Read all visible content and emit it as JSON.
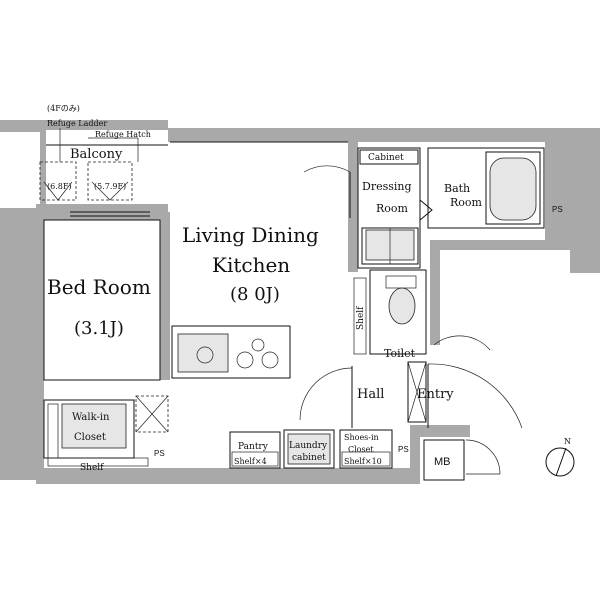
{
  "labels": {
    "fourth_floor_note": "(4Fのみ)",
    "refuge_ladder": "Refuge Ladder",
    "refuge_hatch": "Refuge Hatch",
    "balcony": "Balcony",
    "floor_68": "(6.8F)",
    "floor_579": "(5.7.9F)",
    "living_line1": "Living Dining",
    "living_line2": "Kitchen",
    "living_size": "(8 0J)",
    "bed_room": "Bed Room",
    "bed_size": "(3.1J)",
    "cabinet": "Cabinet",
    "dressing_line1": "Dressing",
    "dressing_line2": "Room",
    "bath_line1": "Bath",
    "bath_line2": "Room",
    "ps_bath": "PS",
    "shelf_vertical": "Shelf",
    "toilet": "Toilet",
    "hall": "Hall",
    "entry": "Entry",
    "walkin_line1": "Walk-in",
    "walkin_line2": "Closet",
    "shelf_bottom": "Shelf",
    "ps_bed": "PS",
    "pantry": "Pantry",
    "shelf_x4": "Shelf×4",
    "laundry_line1": "Laundry",
    "laundry_line2": "cabinet",
    "shoes_line1": "Shoes-in",
    "shoes_line2": "Closet",
    "shelf_x10": "Shelf×10",
    "ps_entry": "PS",
    "mb": "MB",
    "north": "N"
  },
  "colors": {
    "wall": "#a9a9a9",
    "line": "#111111",
    "fixture_fill": "#e6e6e6"
  }
}
